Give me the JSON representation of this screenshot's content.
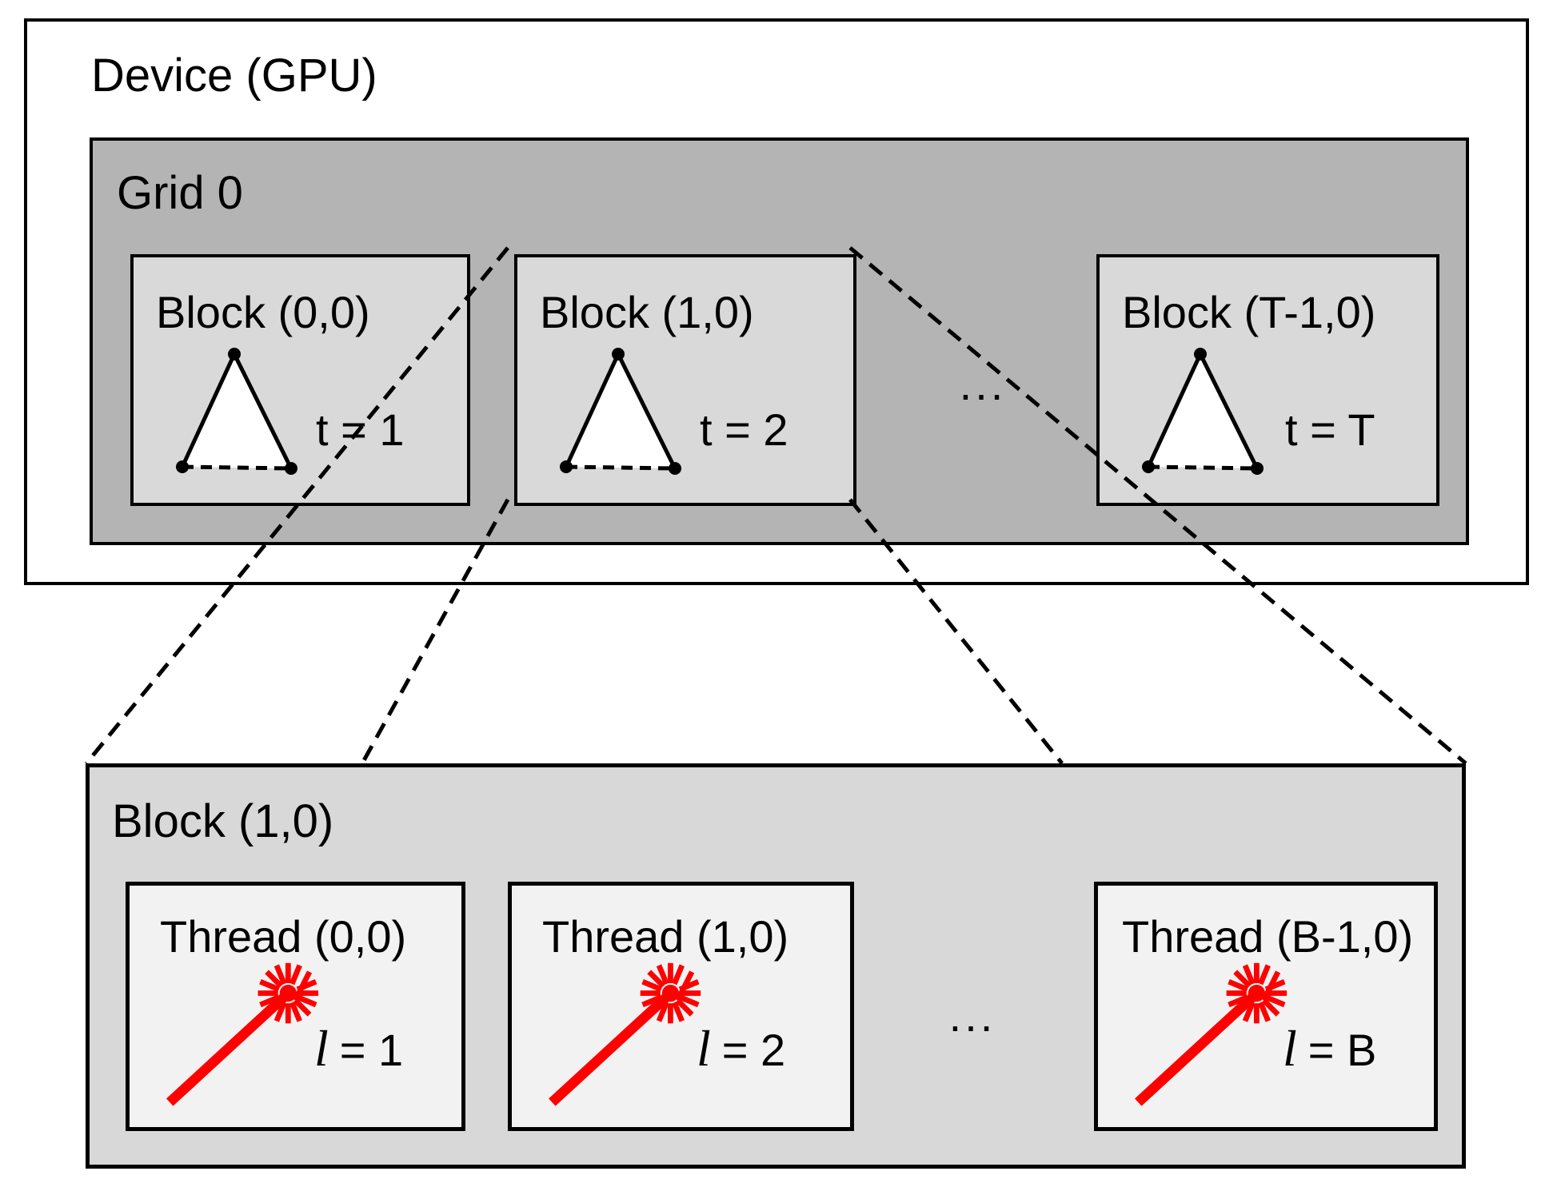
{
  "colors": {
    "background": "#ffffff",
    "grid_fill": "#b4b4b4",
    "block_fill": "#d9d9d9",
    "block_detail_fill": "#d8d8d8",
    "thread_fill": "#f2f2f2",
    "laser_red": "#ff0000",
    "line_black": "#000000"
  },
  "device": {
    "label": "Device (GPU)"
  },
  "grid": {
    "label": "Grid 0",
    "ellipsis": "...",
    "blocks": [
      {
        "label": "Block (0,0)",
        "time_label": "t = 1"
      },
      {
        "label": "Block (1,0)",
        "time_label": "t = 2"
      },
      {
        "label": "Block (T-1,0)",
        "time_label": "t = T"
      }
    ]
  },
  "block_detail": {
    "label": "Block (1,0)",
    "ellipsis": "...",
    "threads": [
      {
        "label": "Thread (0,0)",
        "ray_symbol": "l",
        "ray_eq": "= 1"
      },
      {
        "label": "Thread (1,0)",
        "ray_symbol": "l",
        "ray_eq": "= 2"
      },
      {
        "label": "Thread (B-1,0)",
        "ray_symbol": "l",
        "ray_eq": "= B"
      }
    ]
  }
}
